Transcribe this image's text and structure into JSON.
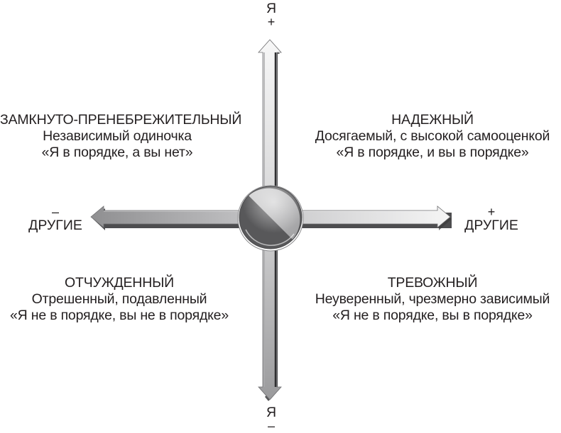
{
  "diagram": {
    "title": "",
    "axes": {
      "vertical": {
        "top": {
          "sign": "+",
          "label": "Я"
        },
        "bottom": {
          "sign": "–",
          "label": "Я"
        }
      },
      "horizontal": {
        "left": {
          "sign": "–",
          "label": "ДРУГИЕ"
        },
        "right": {
          "sign": "+",
          "label": "ДРУГИЕ"
        }
      }
    },
    "quadrants": {
      "top_left": {
        "title": "ЗАМКНУТО-ПРЕНЕБРЕЖИТЕЛЬНЫЙ",
        "description": "Независимый одиночка",
        "quote": "«Я в порядке, а вы нет»"
      },
      "top_right": {
        "title": "НАДЕЖНЫЙ",
        "description": "Досягаемый, с высокой самооценкой",
        "quote": "«Я в порядке, и вы в порядке»"
      },
      "bottom_left": {
        "title": "ОТЧУЖДЕННЫЙ",
        "description": "Отрешенный, подавленный",
        "quote": "«Я не в порядке, вы не в порядке»"
      },
      "bottom_right": {
        "title": "ТРЕВОЖНЫЙ",
        "description": "Неуверенный, чрезмерно зависимый",
        "quote": "«Я не в порядке, вы в порядке»"
      }
    },
    "colors": {
      "text": "#231f20",
      "arrow_light": "#f2f2f2",
      "arrow_mid": "#9c9c9e",
      "arrow_dark": "#3a3a3c",
      "circle_light": "#b4b4b6",
      "circle_dark": "#58585a"
    }
  }
}
